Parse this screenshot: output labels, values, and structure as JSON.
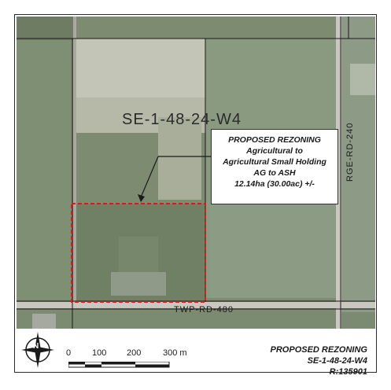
{
  "map": {
    "parcel_label": "SE-1-48-24-W4",
    "road_horizontal": "TWP-RD-480",
    "road_vertical": "RGE-RD-240",
    "callout_lines": [
      "PROPOSED REZONING",
      "Agricultural to",
      "Agricultural Small Holding",
      "AG to ASH",
      "12.14ha (30.00ac) +/-"
    ],
    "colors": {
      "rezoning_boundary": "#e01818",
      "parcel_line": "#1a1a1a",
      "road": "#c9c7bf",
      "field_light": "#c4c6b8",
      "field_dark": "#7c8c6f"
    }
  },
  "legend": {
    "north_label": "N",
    "north_icon": "north-arrow-icon",
    "scale_ticks": [
      "0",
      "100",
      "200",
      "300 m"
    ],
    "title_lines": [
      "PROPOSED REZONING",
      "SE-1-48-24-W4",
      "R:135901"
    ]
  }
}
